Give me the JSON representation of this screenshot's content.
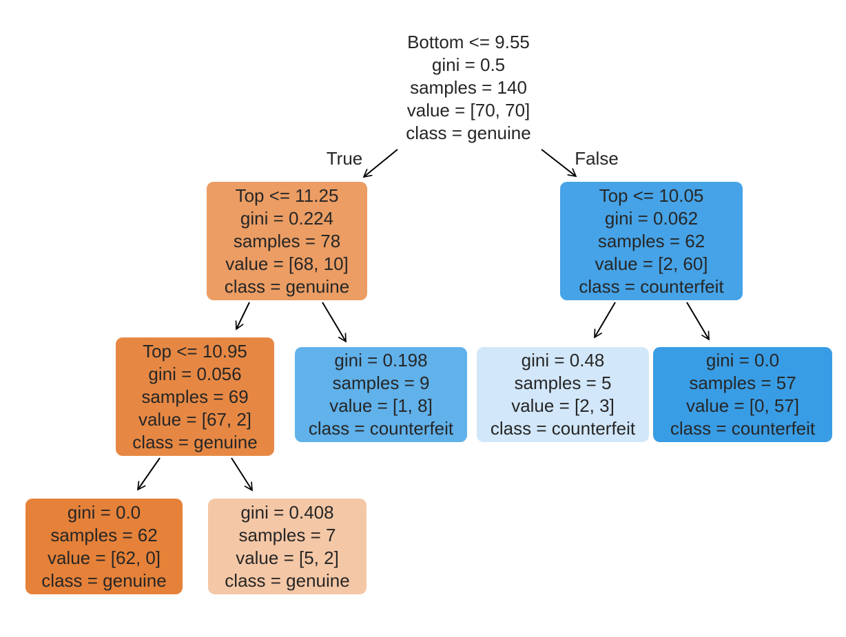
{
  "figure": {
    "background": "#ffffff",
    "text_color": "#262626",
    "arrow_color": "#000000",
    "class_names": [
      "genuine",
      "counterfeit"
    ],
    "feature_names": [
      "Bottom",
      "Top"
    ]
  },
  "edge_labels": {
    "true_label": "True",
    "false_label": "False"
  },
  "nodes": {
    "root": {
      "color": "#ffffff",
      "lines": [
        "Bottom <= 9.55",
        "gini = 0.5",
        "samples = 140",
        "value = [70, 70]",
        "class = genuine"
      ]
    },
    "l": {
      "color": "#eb9d64",
      "lines": [
        "Top <= 11.25",
        "gini = 0.224",
        "samples = 78",
        "value = [68, 10]",
        "class = genuine"
      ]
    },
    "r": {
      "color": "#46a3e7",
      "lines": [
        "Top <= 10.05",
        "gini = 0.062",
        "samples = 62",
        "value = [2, 60]",
        "class = counterfeit"
      ]
    },
    "ll": {
      "color": "#e68844",
      "lines": [
        "Top <= 10.95",
        "gini = 0.056",
        "samples = 69",
        "value = [67, 2]",
        "class = genuine"
      ]
    },
    "lr": {
      "color": "#61b1ea",
      "lines": [
        "gini = 0.198",
        "samples = 9",
        "value = [1, 8]",
        "class = counterfeit"
      ]
    },
    "rl": {
      "color": "#d2e7f9",
      "lines": [
        "gini = 0.48",
        "samples = 5",
        "value = [2, 3]",
        "class = counterfeit"
      ]
    },
    "rr": {
      "color": "#399de5",
      "lines": [
        "gini = 0.0",
        "samples = 57",
        "value = [0, 57]",
        "class = counterfeit"
      ]
    },
    "lll": {
      "color": "#e58139",
      "lines": [
        "gini = 0.0",
        "samples = 62",
        "value = [62, 0]",
        "class = genuine"
      ]
    },
    "llr": {
      "color": "#f4c7a6",
      "lines": [
        "gini = 0.408",
        "samples = 7",
        "value = [5, 2]",
        "class = genuine"
      ]
    }
  }
}
